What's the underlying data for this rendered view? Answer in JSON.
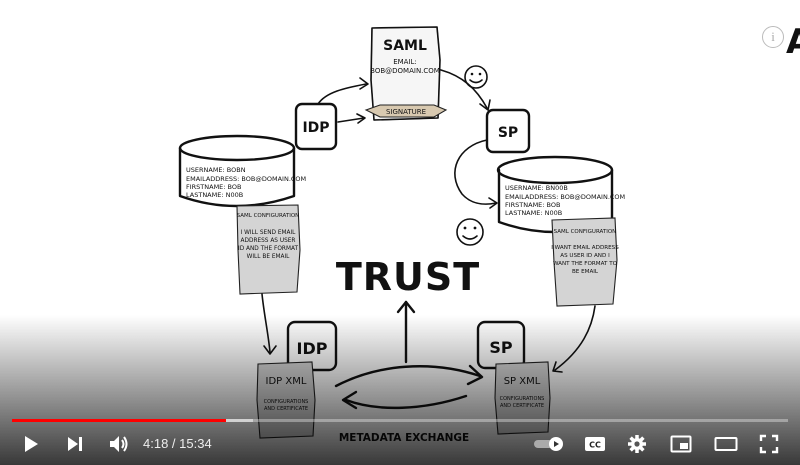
{
  "diagram": {
    "saml_doc": {
      "title": "SAML",
      "email_label": "EMAIL:",
      "email_value": "BOB@DOMAIN.COM",
      "signature": "SIGNATURE"
    },
    "idp_top": "IDP",
    "sp_top": "SP",
    "idp_db": [
      "USERNAME: BOBN",
      "EMAILADDRESS: BOB@DOMAIN.COM",
      "FIRSTNAME: BOB",
      "LASTNAME: N00B"
    ],
    "sp_db": [
      "USERNAME: BN00B",
      "EMAILADDRESS: BOB@DOMAIN.COM",
      "FIRSTNAME: BOB",
      "LASTNAME: N00B"
    ],
    "idp_config": {
      "title": "SAML CONFIGURATION",
      "lines": [
        "I WILL SEND EMAIL",
        "ADDRESS AS USER",
        "ID AND THE FORMAT",
        "WILL BE EMAIL"
      ]
    },
    "sp_config": {
      "title": "SAML CONFIGURATION",
      "lines": [
        "I WANT EMAIL ADDRESS",
        "AS USER ID AND I",
        "WANT THE FORMAT TO",
        "BE EMAIL"
      ]
    },
    "trust": "TRUST",
    "idp_bottom": "IDP",
    "sp_bottom": "SP",
    "idp_xml": {
      "title": "IDP XML",
      "lines": [
        "CONFIGURATIONS",
        "AND CERTIFICATE"
      ]
    },
    "sp_xml": {
      "title": "SP XML",
      "lines": [
        "CONFIGURATIONS",
        "AND CERTIFICATE"
      ]
    },
    "metadata_exchange": "METADATA EXCHANGE"
  },
  "corner_glyph": "A",
  "player": {
    "current_time": "4:18",
    "duration": "15:34",
    "time_display": "4:18 / 15:34",
    "progress_fraction": 0.276,
    "buffered_fraction": 0.31,
    "accent_color": "#ff0000",
    "icons": [
      "play-icon",
      "next-icon",
      "volume-icon",
      "autoplay-toggle-icon",
      "captions-icon",
      "settings-gear-icon",
      "miniplayer-icon",
      "theater-mode-icon",
      "fullscreen-icon",
      "info-icon"
    ]
  }
}
